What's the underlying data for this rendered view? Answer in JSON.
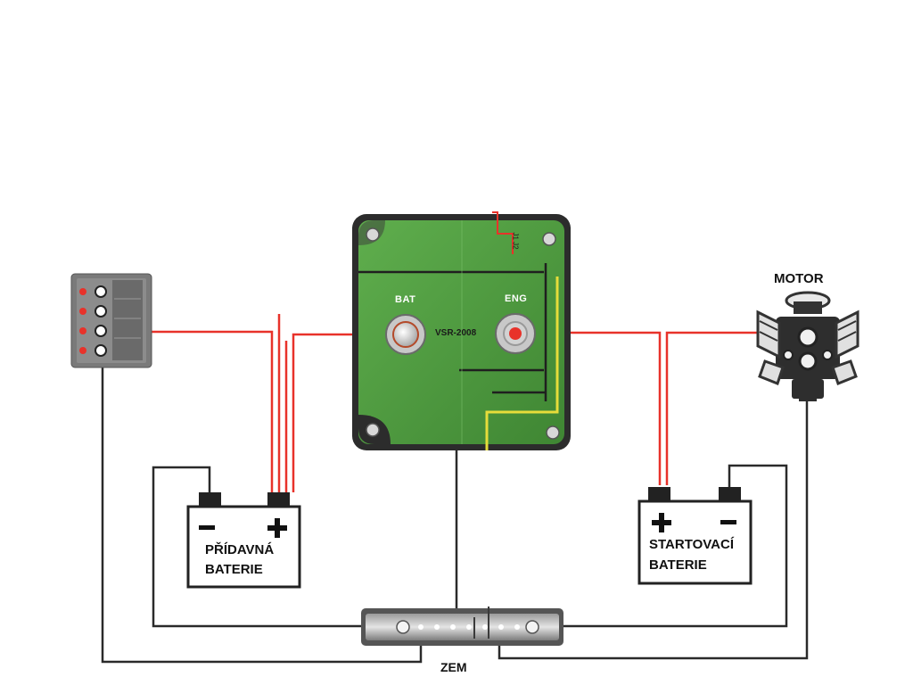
{
  "relay": {
    "bat_label": "BAT",
    "eng_label": "ENG",
    "model": "VSR-2008",
    "jumper_label": "J1 J2"
  },
  "labels": {
    "motor": "MOTOR",
    "aux_battery_line1": "PŘÍDAVNÁ",
    "aux_battery_line2": "BATERIE",
    "start_battery_line1": "STARTOVACÍ",
    "start_battery_line2": "BATERIE",
    "ground": "ZEM"
  },
  "colors": {
    "positive_wire": "#e8322a",
    "negative_wire": "#2a2a2a",
    "board": "#4e9a3f",
    "signal_wire": "#e6dc3a"
  }
}
